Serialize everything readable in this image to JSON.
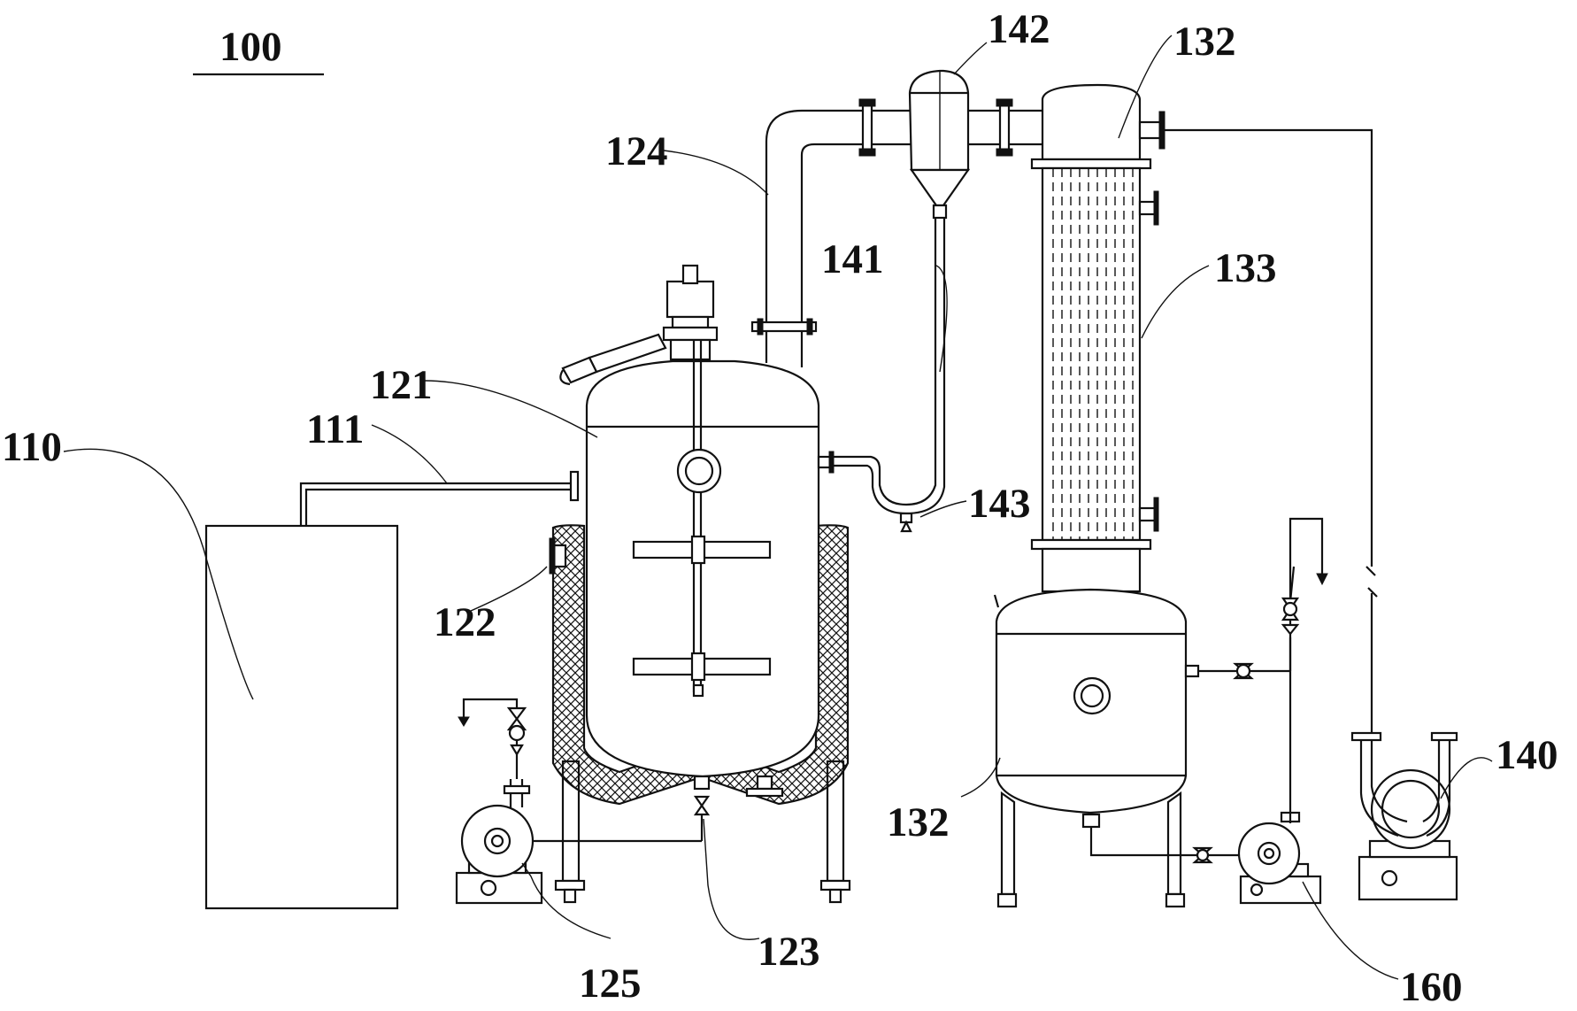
{
  "figure": {
    "title_number": "100",
    "labels": {
      "l110": "110",
      "l111": "111",
      "l121": "121",
      "l122": "122",
      "l123": "123",
      "l124": "124",
      "l125": "125",
      "l132_top": "132",
      "l132_bottom": "132",
      "l133": "133",
      "l140": "140",
      "l141": "141",
      "l142": "142",
      "l143": "143",
      "l160": "160"
    }
  }
}
